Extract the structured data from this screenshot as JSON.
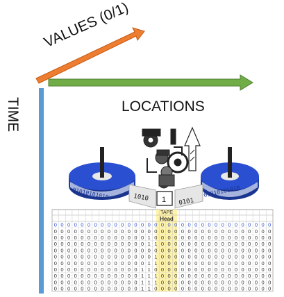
{
  "labels": {
    "values_axis": "VALUES (0/1)",
    "locations_axis": "LOCATIONS",
    "time_axis": "TIME"
  },
  "machine": {
    "left_tape_text": "01010101010",
    "mid_left_tape_text": "1010",
    "head_symbol": "1",
    "mid_right_tape_text": "0101",
    "right_tape_text": "01010101010"
  },
  "table": {
    "title": "TAPE",
    "head_label": "Head",
    "cell_rows": [
      [
        "0",
        "0",
        "0",
        "0",
        "0",
        "0",
        "0",
        "0",
        "0",
        "0",
        "0",
        "0",
        "0",
        "0",
        "0",
        "0",
        "0",
        "0",
        "0",
        "0",
        "0",
        "0",
        "0",
        "0",
        "0",
        "0",
        "0",
        "0",
        "0",
        "0",
        "0",
        "0",
        "0"
      ],
      [
        "0",
        "0",
        "0",
        "0",
        "0",
        "0",
        "0",
        "0",
        "0",
        "0",
        "0",
        "0",
        "0",
        "0",
        "0",
        "0",
        "0",
        "0",
        "0",
        "0",
        "0",
        "0",
        "0",
        "0",
        "0",
        "0",
        "0",
        "0",
        "0",
        "0",
        "0",
        "0",
        "0"
      ],
      [
        "0",
        "0",
        "0",
        "0",
        "0",
        "0",
        "0",
        "0",
        "0",
        "0",
        "0",
        "0",
        "0",
        "0",
        "1",
        "0",
        "0",
        "0",
        "0",
        "0",
        "0",
        "0",
        "0",
        "0",
        "0",
        "0",
        "0",
        "0",
        "0",
        "0",
        "0",
        "0",
        "0"
      ],
      [
        "0",
        "0",
        "0",
        "0",
        "0",
        "0",
        "0",
        "0",
        "0",
        "0",
        "0",
        "0",
        "0",
        "0",
        "1",
        "1",
        "0",
        "0",
        "0",
        "0",
        "0",
        "0",
        "0",
        "0",
        "0",
        "0",
        "0",
        "0",
        "0",
        "0",
        "0",
        "0",
        "0"
      ],
      [
        "0",
        "0",
        "0",
        "0",
        "0",
        "0",
        "0",
        "0",
        "0",
        "0",
        "0",
        "0",
        "0",
        "0",
        "0",
        "0",
        "0",
        "0",
        "0",
        "0",
        "0",
        "0",
        "0",
        "0",
        "0",
        "0",
        "0",
        "0",
        "0",
        "0",
        "0",
        "0",
        "0"
      ],
      [
        "0",
        "0",
        "0",
        "0",
        "0",
        "0",
        "0",
        "0",
        "0",
        "0",
        "0",
        "0",
        "0",
        "0",
        "0",
        "1",
        "0",
        "0",
        "0",
        "0",
        "0",
        "0",
        "0",
        "0",
        "0",
        "0",
        "0",
        "0",
        "0",
        "0",
        "0",
        "0",
        "0"
      ],
      [
        "0",
        "0",
        "0",
        "0",
        "0",
        "0",
        "0",
        "0",
        "0",
        "0",
        "0",
        "0",
        "0",
        "0",
        "1",
        "1",
        "0",
        "0",
        "0",
        "0",
        "0",
        "0",
        "0",
        "0",
        "0",
        "0",
        "0",
        "0",
        "0",
        "0",
        "0",
        "0",
        "0"
      ],
      [
        "0",
        "0",
        "0",
        "0",
        "0",
        "0",
        "0",
        "0",
        "0",
        "0",
        "0",
        "0",
        "0",
        "1",
        "1",
        "0",
        "0",
        "0",
        "0",
        "0",
        "0",
        "0",
        "0",
        "0",
        "0",
        "0",
        "0",
        "0",
        "0",
        "0",
        "0",
        "0",
        "0"
      ],
      [
        "0",
        "0",
        "0",
        "0",
        "0",
        "0",
        "0",
        "0",
        "0",
        "0",
        "0",
        "0",
        "0",
        "1",
        "1",
        "1",
        "0",
        "0",
        "0",
        "0",
        "0",
        "0",
        "0",
        "0",
        "0",
        "0",
        "0",
        "0",
        "0",
        "0",
        "0",
        "0",
        "0"
      ],
      [
        "0",
        "0",
        "0",
        "0",
        "0",
        "0",
        "0",
        "0",
        "0",
        "0",
        "0",
        "0",
        "0",
        "1",
        "1",
        "1",
        "0",
        "0",
        "0",
        "0",
        "0",
        "0",
        "0",
        "0",
        "0",
        "0",
        "0",
        "0",
        "0",
        "0",
        "0",
        "0",
        "0"
      ],
      [
        "0",
        "0",
        "0",
        "0",
        "0",
        "0",
        "0",
        "0",
        "0",
        "0",
        "0",
        "0",
        "0",
        "1",
        "1",
        "0",
        "0",
        "0",
        "0",
        "0",
        "0",
        "0",
        "0",
        "0",
        "0",
        "0",
        "0",
        "0",
        "0",
        "0",
        "0",
        "0",
        "0"
      ]
    ]
  },
  "colors": {
    "orange_arrow": "#ed7d31",
    "green_arrow": "#70ad47",
    "blue_axis": "#5b9bd5",
    "reel_blue": "#1f3fa6",
    "head_column": "#fff3a8",
    "first_row_digits": "#2a4fd0"
  }
}
